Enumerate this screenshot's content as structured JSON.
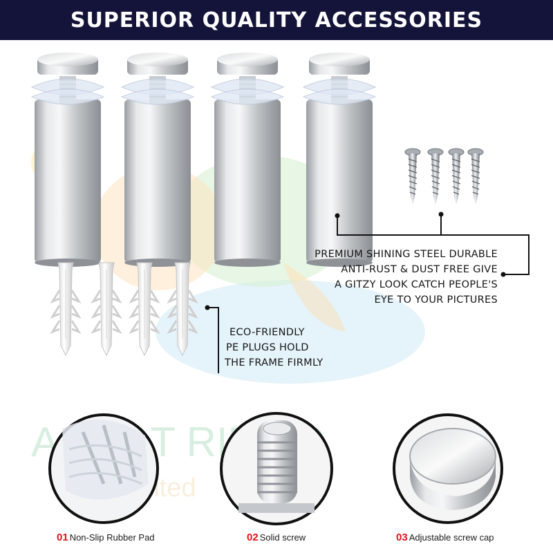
{
  "header": {
    "title": "SUPERIOR QUALITY ACCESSORIES"
  },
  "callouts": {
    "steel": [
      "PREMIUM SHINING STEEL DURABLE",
      "ANTI-RUST & DUST FREE GIVE",
      "A GITZY LOOK CATCH PEOPLE'S",
      "EYE TO YOUR PICTURES"
    ],
    "plugs": [
      "ECO-FRIENDLY",
      "PE PLUGS HOLD",
      "THE FRAME FIRMLY"
    ]
  },
  "features": [
    {
      "number": "01",
      "label": "Non-Slip Rubber Pad"
    },
    {
      "number": "02",
      "label": "Solid screw"
    },
    {
      "number": "03",
      "label": "Adjustable screw cap"
    }
  ],
  "watermark": {
    "line1": "A  PRAT  RINT  G",
    "line2": "Priva    imited"
  },
  "colors": {
    "banner": "#14143a",
    "accent": "#e0101a",
    "ring": "#111111"
  }
}
